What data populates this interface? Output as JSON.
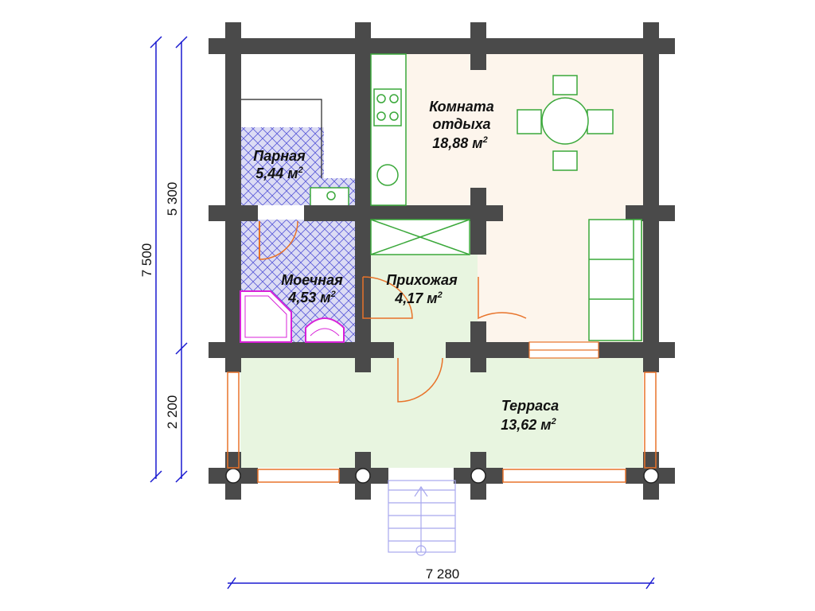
{
  "rooms": {
    "steam": {
      "name": "Парная",
      "area": "5,44 м",
      "sup": "2"
    },
    "rest": {
      "line1": "Комната",
      "line2": "отдыха",
      "area": "18,88 м",
      "sup": "2"
    },
    "wash": {
      "name": "Моечная",
      "area": "4,53 м",
      "sup": "2"
    },
    "hall": {
      "name": "Прихожая",
      "area": "4,17 м",
      "sup": "2"
    },
    "terrace": {
      "name": "Терраса",
      "area": "13,62 м",
      "sup": "2"
    }
  },
  "dimensions": {
    "total_height": "7 500",
    "upper_height": "5 300",
    "lower_height": "2 200",
    "total_width": "7 280"
  },
  "colors": {
    "wall": "#4a4a4a",
    "rest_fill": "#fdf5ec",
    "green_fill": "#e8f5e0",
    "bath_fill": "#dcdcf4",
    "door": "#e8732a",
    "furniture": "#3aa83a",
    "dimension": "#1a1ad0",
    "sanitary": "#d820d8"
  }
}
